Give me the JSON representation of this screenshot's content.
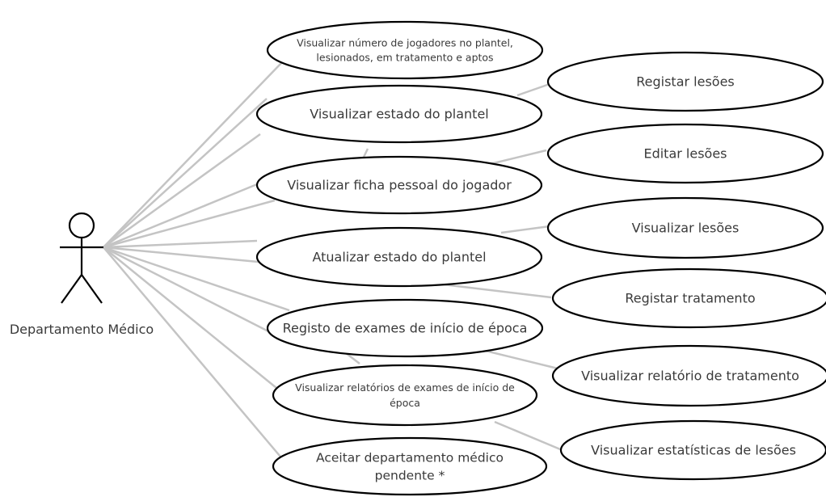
{
  "actor": {
    "label": "Departamento Médico"
  },
  "use_cases_left": [
    {
      "id": "uc1",
      "lines": [
        "Visualizar número de jogadores no plantel,",
        "lesionados, em tratamento e aptos"
      ]
    },
    {
      "id": "uc2",
      "lines": [
        "Visualizar estado do plantel"
      ]
    },
    {
      "id": "uc3",
      "lines": [
        "Visualizar ficha pessoal do jogador"
      ]
    },
    {
      "id": "uc4",
      "lines": [
        "Atualizar estado do plantel"
      ]
    },
    {
      "id": "uc5",
      "lines": [
        "Registo de exames de início de época"
      ]
    },
    {
      "id": "uc6",
      "lines": [
        "Visualizar relatórios de exames de início de",
        "época"
      ]
    },
    {
      "id": "uc7",
      "lines": [
        "Aceitar departamento médico",
        "pendente *"
      ]
    }
  ],
  "use_cases_right": [
    {
      "id": "uc8",
      "lines": [
        "Registar lesões"
      ]
    },
    {
      "id": "uc9",
      "lines": [
        "Editar lesões"
      ]
    },
    {
      "id": "uc10",
      "lines": [
        "Visualizar lesões"
      ]
    },
    {
      "id": "uc11",
      "lines": [
        "Registar tratamento"
      ]
    },
    {
      "id": "uc12",
      "lines": [
        "Visualizar relatório de tratamento"
      ]
    },
    {
      "id": "uc13",
      "lines": [
        "Visualizar estatísticas de lesões"
      ]
    }
  ],
  "colors": {
    "line": "#c4c4c4",
    "ellipse_stroke": "#000000",
    "text": "#3a3a3a"
  }
}
